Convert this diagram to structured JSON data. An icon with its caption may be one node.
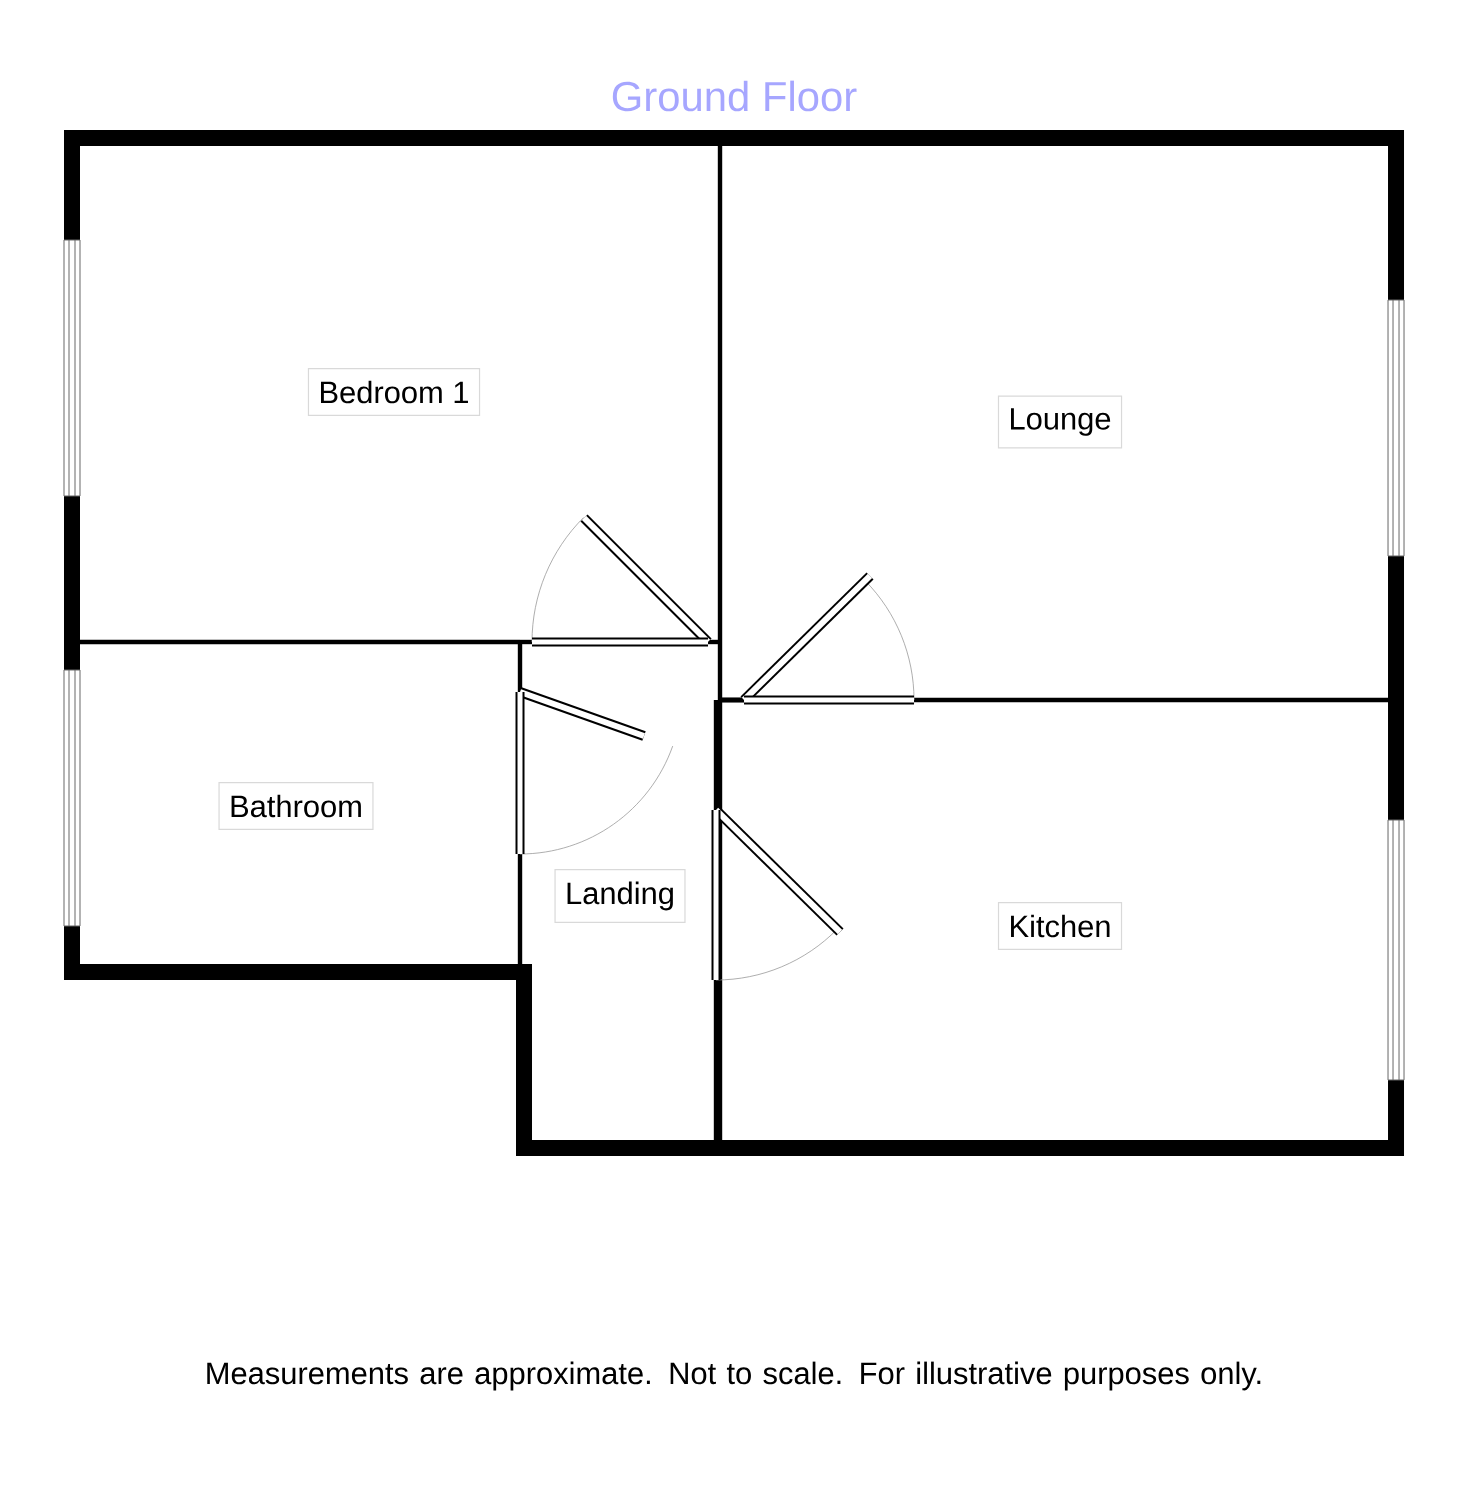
{
  "diagram": {
    "title": "Ground Floor",
    "caption": "Measurements are approximate. Not to scale. For illustrative purposes only.",
    "nodes": [
      {
        "text": [
          "Bedroom 1"
        ]
      },
      {
        "text": [
          "Lounge"
        ]
      },
      {
        "text": [
          "Bathroom"
        ]
      },
      {
        "text": [
          "Landing"
        ]
      },
      {
        "text": [
          "Kitchen"
        ]
      }
    ]
  }
}
